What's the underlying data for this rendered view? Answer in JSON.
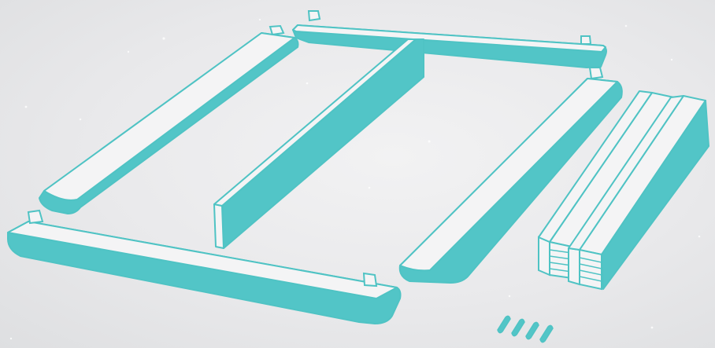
{
  "illustration": {
    "subject": "disassembled-bed-frame-parts",
    "colors": {
      "background": "#e8e8ea",
      "fill": "#52c5c7",
      "outline": "#4fc3c4",
      "face": "#f4f4f5"
    },
    "parts": [
      {
        "name": "head-rail"
      },
      {
        "name": "left-side-rail"
      },
      {
        "name": "center-support-beam"
      },
      {
        "name": "right-side-rail"
      },
      {
        "name": "foot-rail"
      },
      {
        "name": "slat-bundle-left"
      },
      {
        "name": "slat-bundle-right"
      },
      {
        "name": "dowel-pins",
        "count": 4
      }
    ]
  }
}
